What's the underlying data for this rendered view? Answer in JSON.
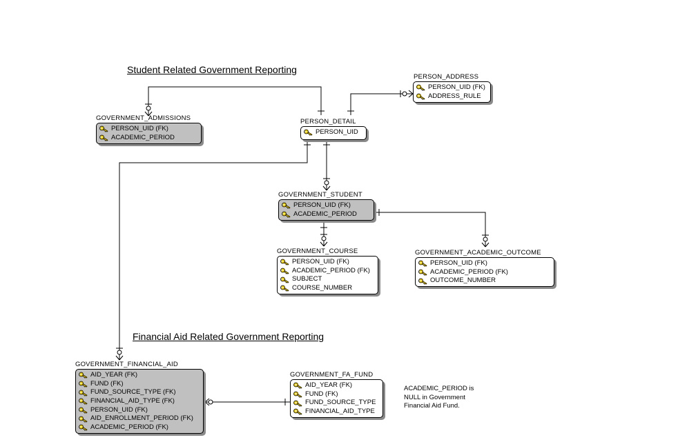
{
  "headings": {
    "student": "Student Related Government Reporting",
    "financial": "Financial Aid Related Government Reporting"
  },
  "entities": {
    "person_address": {
      "name": "PERSON_ADDRESS",
      "attrs": [
        "PERSON_UID (FK)",
        "ADDRESS_RULE"
      ]
    },
    "government_admissions": {
      "name": "GOVERNMENT_ADMISSIONS",
      "attrs": [
        "PERSON_UID (FK)",
        "ACADEMIC_PERIOD"
      ]
    },
    "person_detail": {
      "name": "PERSON_DETAIL",
      "attrs": [
        "PERSON_UID"
      ]
    },
    "government_student": {
      "name": "GOVERNMENT_STUDENT",
      "attrs": [
        "PERSON_UID (FK)",
        "ACADEMIC_PERIOD"
      ]
    },
    "government_course": {
      "name": "GOVERNMENT_COURSE",
      "attrs": [
        "PERSON_UID (FK)",
        "ACADEMIC_PERIOD (FK)",
        "SUBJECT",
        "COURSE_NUMBER"
      ]
    },
    "government_academic_outcome": {
      "name": "GOVERNMENT_ACADEMIC_OUTCOME",
      "attrs": [
        "PERSON_UID (FK)",
        "ACADEMIC_PERIOD (FK)",
        "OUTCOME_NUMBER"
      ]
    },
    "government_financial_aid": {
      "name": "GOVERNMENT_FINANCIAL_AID",
      "attrs": [
        "AID_YEAR (FK)",
        "FUND (FK)",
        "FUND_SOURCE_TYPE (FK)",
        "FINANCIAL_AID_TYPE (FK)",
        "PERSON_UID (FK)",
        "AID_ENROLLMENT_PERIOD (FK)",
        "ACADEMIC_PERIOD (FK)"
      ]
    },
    "government_fa_fund": {
      "name": "GOVERNMENT_FA_FUND",
      "attrs": [
        "AID_YEAR (FK)",
        "FUND (FK)",
        "FUND_SOURCE_TYPE",
        "FINANCIAL_AID_TYPE"
      ]
    }
  },
  "note": "ACADEMIC_PERIOD is\nNULL in Government\nFinancial Aid Fund.",
  "colors": {
    "gray_entity": "#c0c0c0",
    "shadow": "#8a8a8a",
    "key_gold": "#e8c800"
  },
  "icons": {
    "key": "key-icon"
  }
}
